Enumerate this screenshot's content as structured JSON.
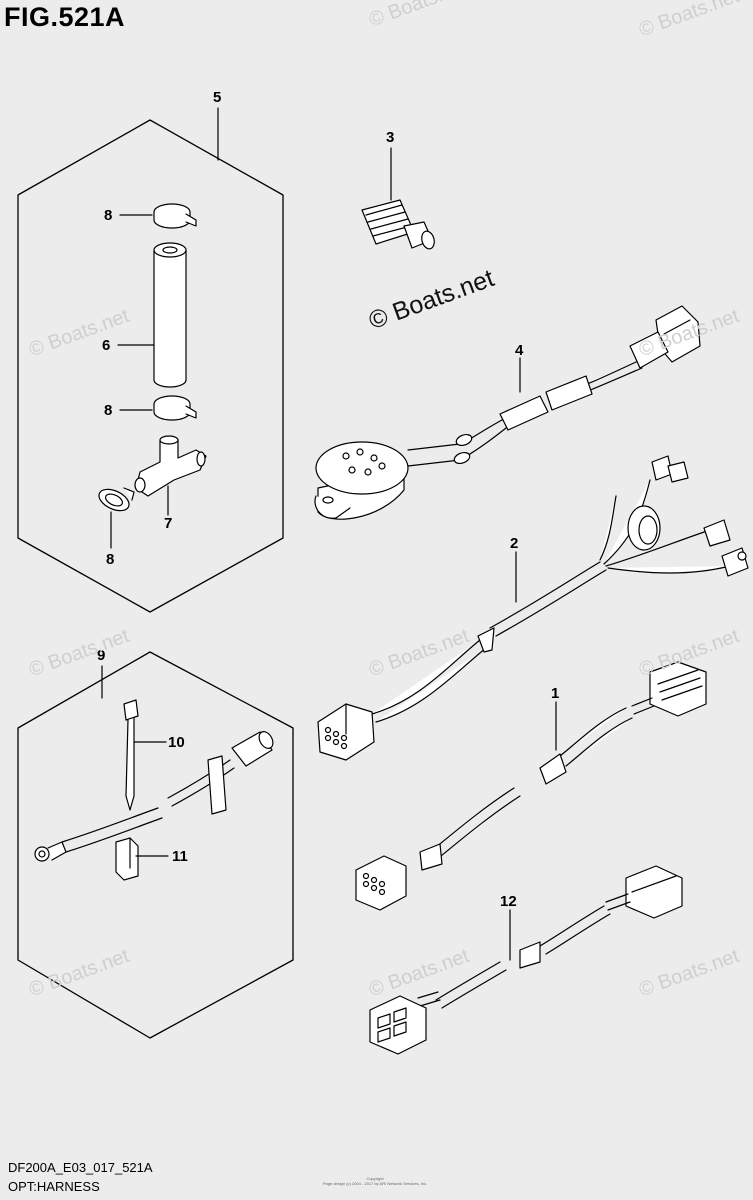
{
  "figure": {
    "title": "FIG.521A",
    "diagram_code": "DF200A_E03_017_521A",
    "subject": "OPT:HARNESS"
  },
  "watermark": {
    "main": "© Boats.net",
    "faint": "© Boats.net"
  },
  "copyright": {
    "line1": "Copyright",
    "line2": "Page design (c) 2004 - 2017 by ARI Network Services, Inc."
  },
  "callouts": {
    "c1": "1",
    "c2": "2",
    "c3": "3",
    "c4": "4",
    "c5": "5",
    "c6": "6",
    "c7": "7",
    "c8a": "8",
    "c8b": "8",
    "c8c": "8",
    "c9": "9",
    "c10": "10",
    "c11": "11",
    "c12": "12"
  }
}
